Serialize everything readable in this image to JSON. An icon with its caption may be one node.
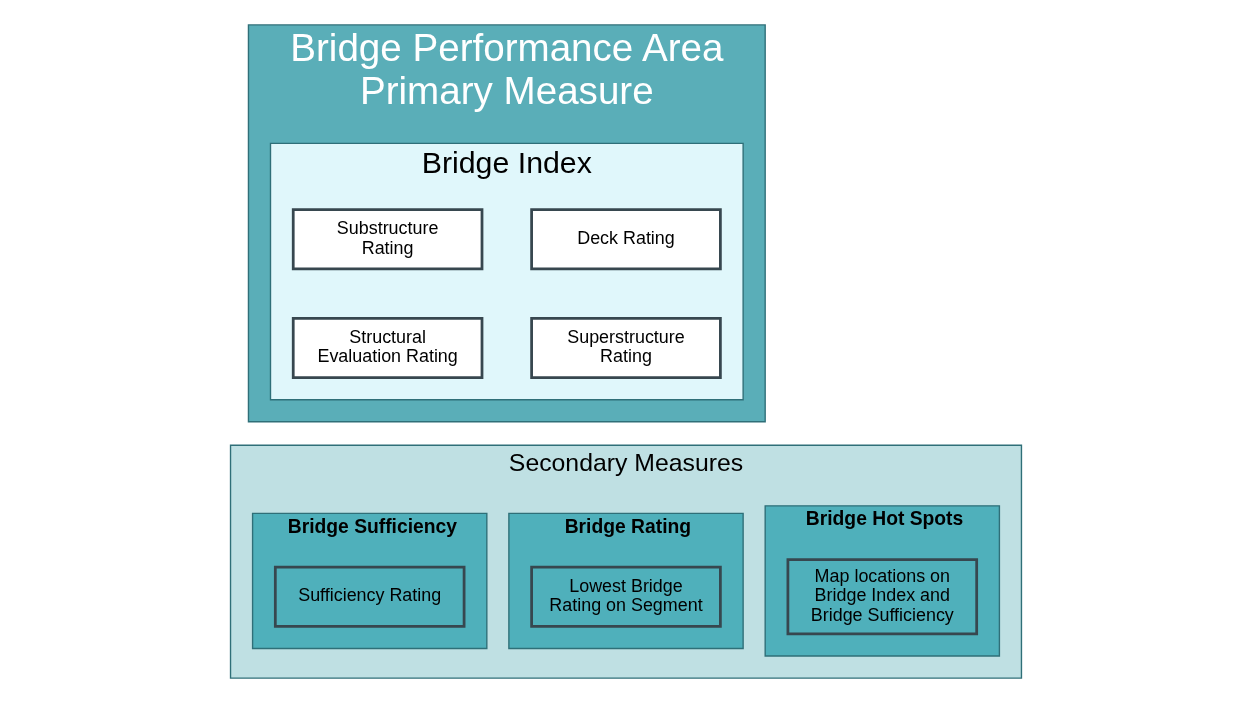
{
  "diagram": {
    "nodes": [
      {
        "text": [
          "Bridge Performance Area",
          "Primary Measure"
        ]
      },
      {
        "text": [
          "Bridge Index"
        ],
        "in": 0
      },
      {
        "text": [
          "Deck Rating"
        ],
        "in": 1
      },
      {
        "text": [
          "Substructure Rating"
        ],
        "in": 1
      },
      {
        "text": [
          "Superstructure Rating"
        ],
        "in": 1
      },
      {
        "text": [
          "Structural Evaluation Rating"
        ],
        "in": 1
      },
      {
        "text": [
          "Secondary Measures"
        ]
      },
      {
        "text": [
          "Bridge Sufficiency"
        ],
        "in": 6
      },
      {
        "text": [
          "Sufficiency Rating"
        ],
        "in": 7
      },
      {
        "text": [
          "Bridge Rating"
        ],
        "in": 6
      },
      {
        "text": [
          "Lowest Bridge Rating on Segment"
        ],
        "in": 9
      },
      {
        "text": [
          "Bridge Hot Spots"
        ],
        "in": 6
      },
      {
        "text": [
          "Map locations on Bridge Index and Bridge Sufficiency"
        ],
        "in": 11
      }
    ],
    "edges": []
  }
}
